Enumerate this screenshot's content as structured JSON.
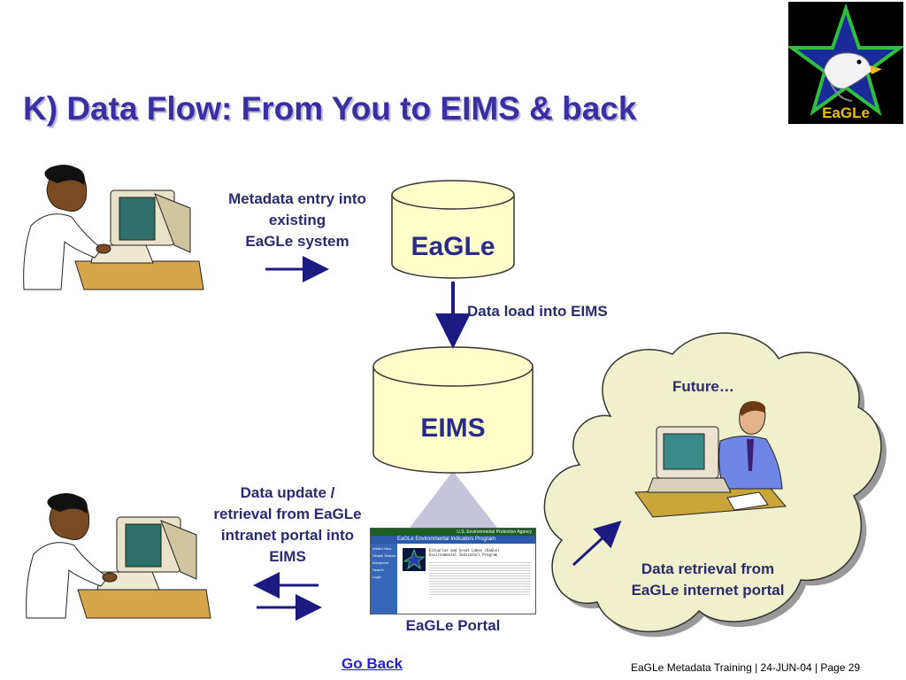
{
  "slide": {
    "title": "K) Data Flow: From You to EIMS & back",
    "logo_text": "EaGLe",
    "labels": {
      "metadata_entry": [
        "Metadata entry into",
        "existing",
        "EaGLe system"
      ],
      "data_load": "Data load into EIMS",
      "data_update": [
        "Data update /",
        "retrieval from EaGLe",
        "intranet portal into",
        "EIMS"
      ],
      "future": "Future…",
      "internet_retrieval": [
        "Data retrieval from",
        "EaGLe internet portal"
      ],
      "portal": "EaGLe Portal"
    },
    "databases": {
      "top": "EaGLe",
      "bottom": "EIMS"
    },
    "portal_screenshot": {
      "agency": "U.S. Environmental Protection Agency",
      "heading": "EaGLe Environmental Indicators Program",
      "nav": [
        "What's New",
        "Simple Search",
        "Advanced Search",
        "Login"
      ],
      "body_title": [
        "Estuarine and Great Lakes (EaGLe)",
        "Environmental Indicators Program"
      ]
    },
    "go_back": "Go Back",
    "footer": "EaGLe Metadata Training | 24-JUN-04 |  Page 29"
  },
  "colors": {
    "title": "#3a2fa0",
    "arrow": "#1c1a80",
    "cylinder_fill": "#ffffcc",
    "cloud_fill": "#f0f0cc",
    "link": "#2020d0"
  }
}
